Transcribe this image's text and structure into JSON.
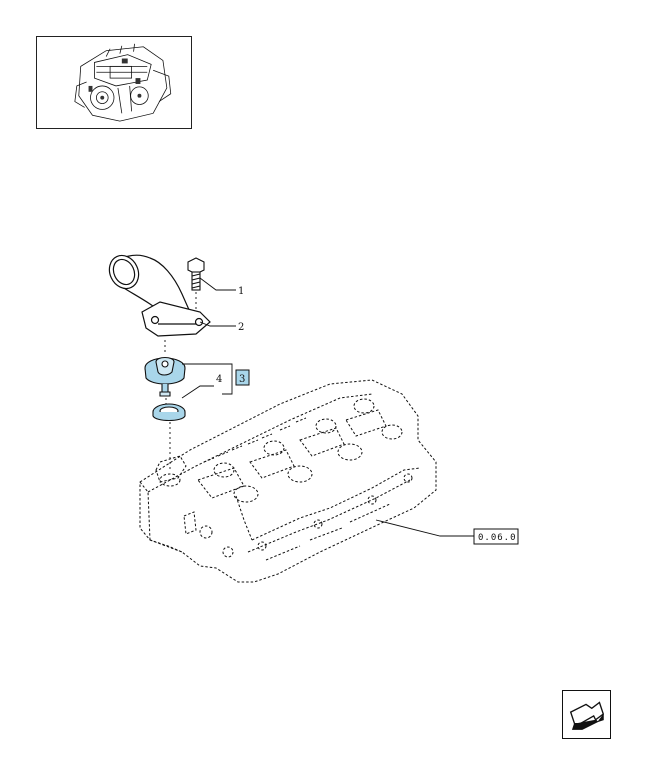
{
  "thumbnail": {
    "icon": "engine-overview-thumbnail"
  },
  "callouts": {
    "c1": "1",
    "c2": "2",
    "c3": "3",
    "c4": "4"
  },
  "reference": {
    "label": "0.06.0"
  },
  "colors": {
    "highlight": "#a9d6ea",
    "line": "#111111"
  },
  "navigation": {
    "icon": "next-page-arrow-icon"
  }
}
